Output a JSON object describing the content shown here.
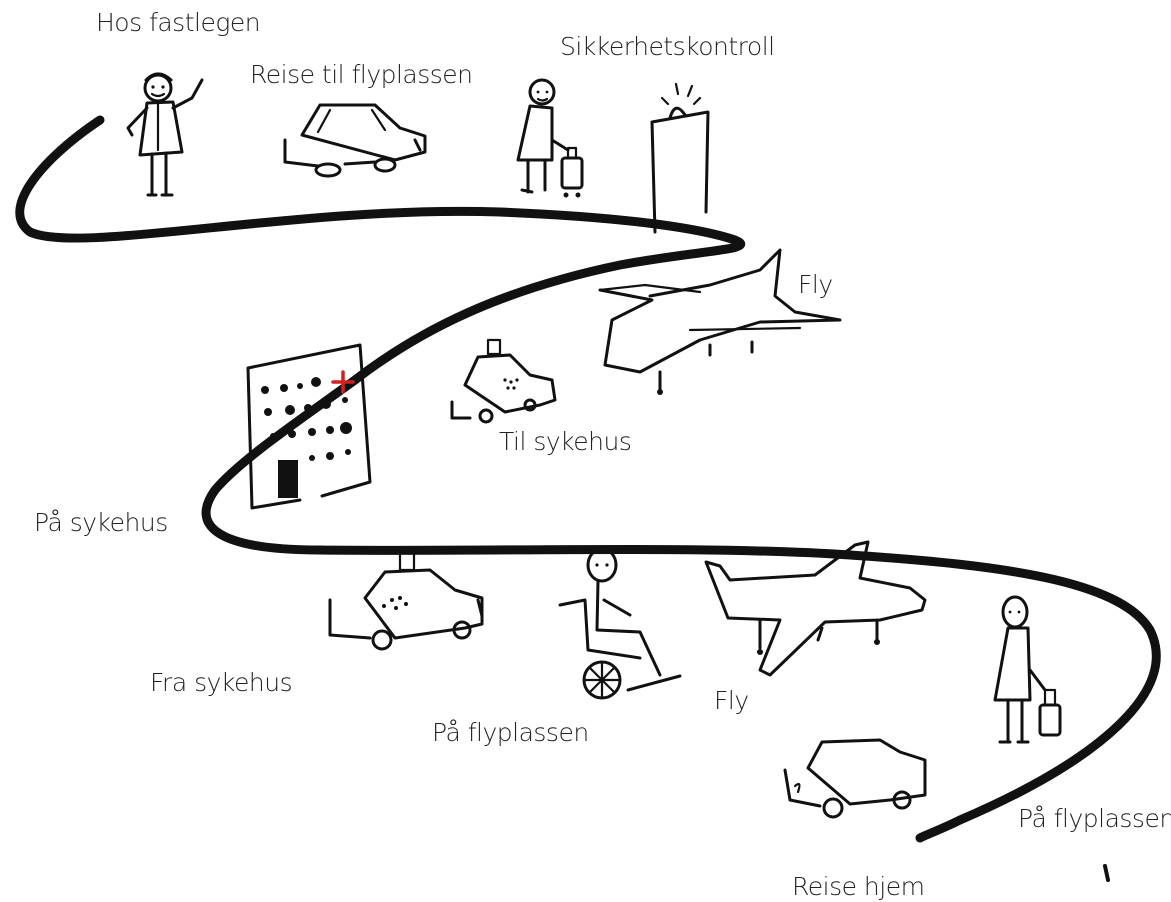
{
  "labels": {
    "gp_visit": "Hos fastlegen",
    "to_airport": "Reise til flyplassen",
    "security": "Sikkerhetskontroll",
    "flight_out": "Fly",
    "to_hospital": "Til sykehus",
    "at_hospital": "På sykehus",
    "from_hospital": "Fra sykehus",
    "at_airport_1": "På flyplassen",
    "flight_home": "Fly",
    "at_airport_2": "På flyplassen",
    "travel_home": "Reise hjem"
  },
  "colors": {
    "ink": "#111111",
    "cross": "#d22020",
    "background": "#ffffff"
  }
}
